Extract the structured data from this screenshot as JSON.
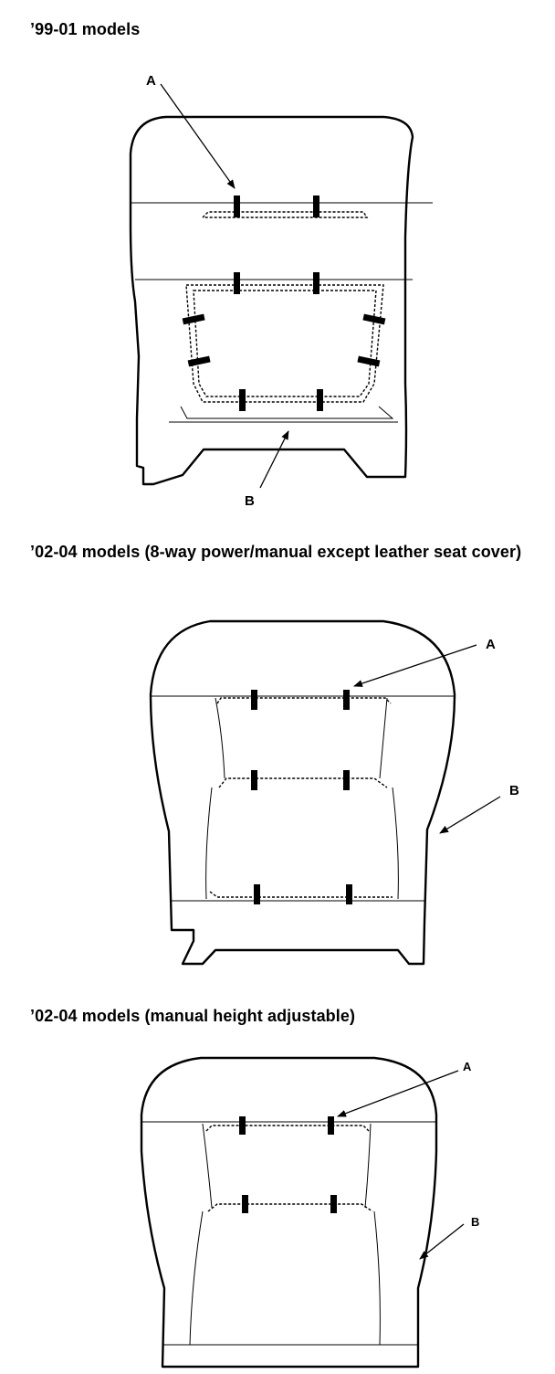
{
  "sections": [
    {
      "heading": "’99-01 models",
      "callouts": {
        "a": "A",
        "b": "B"
      }
    },
    {
      "heading": "’02-04 models (8-way power/manual except leather seat cover)",
      "callouts": {
        "a": "A",
        "b": "B"
      }
    },
    {
      "heading": "’02-04 models (manual height adjustable)",
      "callouts": {
        "a": "A",
        "b": "B"
      }
    }
  ]
}
